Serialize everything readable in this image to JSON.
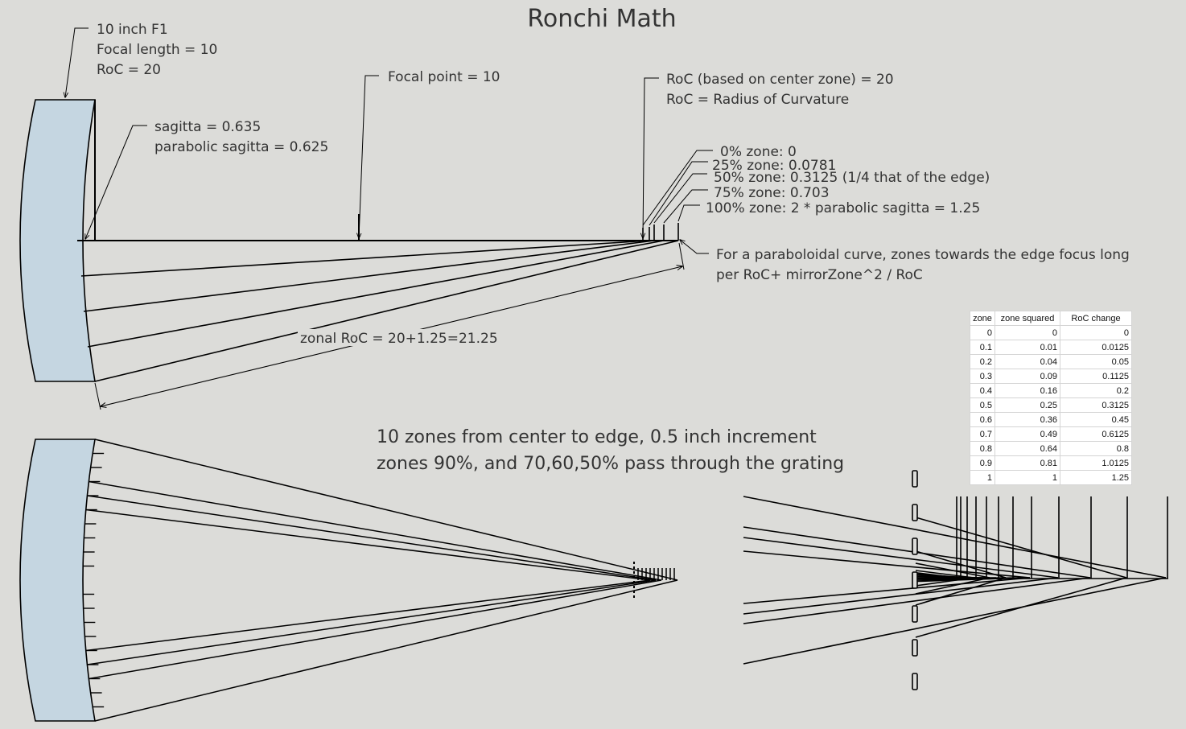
{
  "title": "Ronchi Math",
  "mirror_label": {
    "line1": "10 inch F1",
    "line2": "Focal length = 10",
    "line3": "RoC = 20"
  },
  "sagitta_label": {
    "line1": "sagitta = 0.635",
    "line2": "parabolic sagitta = 0.625"
  },
  "focal_point_label": "Focal point = 10",
  "roc_label": {
    "line1": "RoC (based on center zone) = 20",
    "line2": "RoC = Radius of Curvature"
  },
  "zones": [
    "0% zone: 0",
    "25% zone: 0.0781",
    "50% zone: 0.3125 (1/4 that of the edge)",
    "75% zone: 0.703",
    "100% zone: 2 * parabolic sagitta = 1.25"
  ],
  "paraboloid_note": {
    "line1": "For a paraboloidal curve, zones towards the edge focus long",
    "line2": "per RoC+ mirrorZone^2 / RoC"
  },
  "zonal_roc_label": "zonal RoC = 20+1.25=21.25",
  "bottom_note": {
    "line1": "10 zones from center to edge, 0.5 inch increment",
    "line2": "zones 90%, and 70,60,50% pass through the grating"
  },
  "colors": {
    "background": "#dcdcd9",
    "mirror_fill": "#c5d6e1",
    "stroke": "#000000",
    "text": "#333333"
  },
  "table": {
    "headers": [
      "zone",
      "zone squared",
      "RoC change"
    ],
    "rows": [
      [
        "0",
        "0",
        "0"
      ],
      [
        "0.1",
        "0.01",
        "0.0125"
      ],
      [
        "0.2",
        "0.04",
        "0.05"
      ],
      [
        "0.3",
        "0.09",
        "0.1125"
      ],
      [
        "0.4",
        "0.16",
        "0.2"
      ],
      [
        "0.5",
        "0.25",
        "0.3125"
      ],
      [
        "0.6",
        "0.36",
        "0.45"
      ],
      [
        "0.7",
        "0.49",
        "0.6125"
      ],
      [
        "0.8",
        "0.64",
        "0.8"
      ],
      [
        "0.9",
        "0.81",
        "1.0125"
      ],
      [
        "1",
        "1",
        "1.25"
      ]
    ]
  }
}
